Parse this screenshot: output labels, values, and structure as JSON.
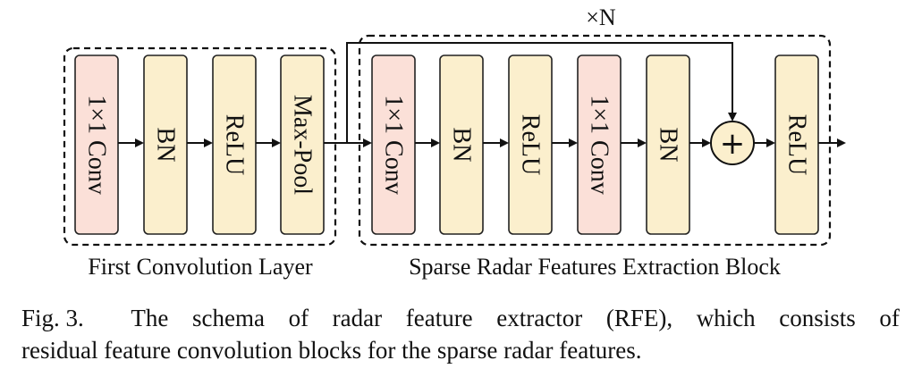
{
  "groups": {
    "first": {
      "label": "First Convolution Layer"
    },
    "sparse": {
      "label": "Sparse Radar Features Extraction Block",
      "repeat": "×N"
    }
  },
  "blocks": {
    "b1": {
      "label": "1×1 Conv",
      "color": "#fbe0d8"
    },
    "b2": {
      "label": "BN",
      "color": "#fbefcd"
    },
    "b3": {
      "label": "ReLU",
      "color": "#fbefcd"
    },
    "b4": {
      "label": "Max-Pool",
      "color": "#fbefcd"
    },
    "b5": {
      "label": "1×1 Conv",
      "color": "#fbe0d8"
    },
    "b6": {
      "label": "BN",
      "color": "#fbefcd"
    },
    "b7": {
      "label": "ReLU",
      "color": "#fbefcd"
    },
    "b8": {
      "label": "1×1 Conv",
      "color": "#fbe0d8"
    },
    "b9": {
      "label": "BN",
      "color": "#fbefcd"
    },
    "b10": {
      "label": "ReLU",
      "color": "#fbefcd"
    }
  },
  "add_node": {
    "symbol": "+",
    "color": "#fbefcd"
  },
  "caption": {
    "label": "Fig. 3.",
    "line1": [
      "The",
      "schema",
      "of",
      "radar",
      "feature",
      "extractor",
      "(RFE),",
      "which",
      "consists",
      "of"
    ],
    "line2": "residual feature convolution blocks for the sparse radar features."
  }
}
